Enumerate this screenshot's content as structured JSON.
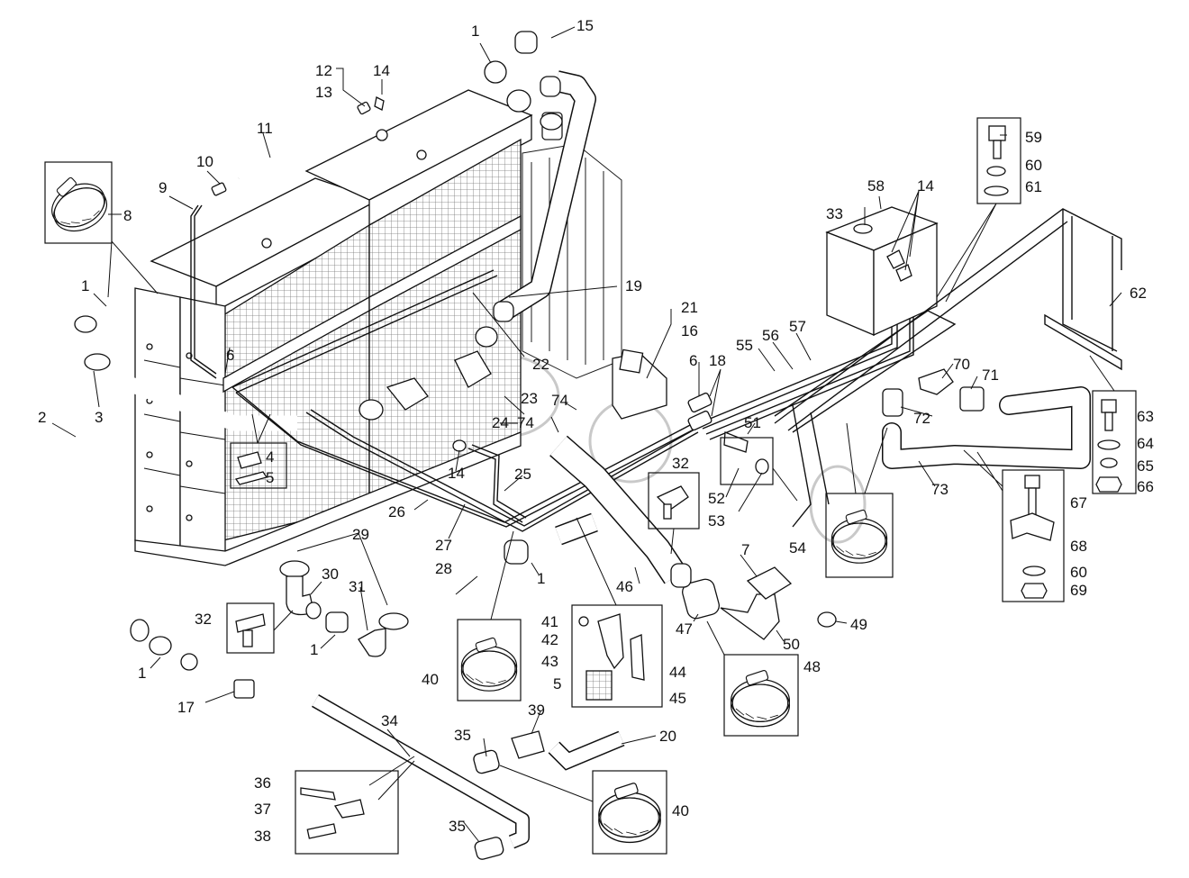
{
  "callouts": [
    {
      "id": "c1a",
      "text": "1"
    },
    {
      "id": "c1b",
      "text": "1"
    },
    {
      "id": "c1c",
      "text": "1"
    },
    {
      "id": "c1d",
      "text": "1"
    },
    {
      "id": "c1e",
      "text": "1"
    },
    {
      "id": "c2",
      "text": "2"
    },
    {
      "id": "c3",
      "text": "3"
    },
    {
      "id": "c4",
      "text": "4"
    },
    {
      "id": "c5a",
      "text": "5"
    },
    {
      "id": "c5b",
      "text": "5"
    },
    {
      "id": "c6a",
      "text": "6"
    },
    {
      "id": "c6b",
      "text": "6"
    },
    {
      "id": "c7",
      "text": "7"
    },
    {
      "id": "c8",
      "text": "8"
    },
    {
      "id": "c9",
      "text": "9"
    },
    {
      "id": "c10",
      "text": "10"
    },
    {
      "id": "c11",
      "text": "11"
    },
    {
      "id": "c12",
      "text": "12"
    },
    {
      "id": "c13",
      "text": "13"
    },
    {
      "id": "c14a",
      "text": "14"
    },
    {
      "id": "c14b",
      "text": "14"
    },
    {
      "id": "c14c",
      "text": "14"
    },
    {
      "id": "c15",
      "text": "15"
    },
    {
      "id": "c16",
      "text": "16"
    },
    {
      "id": "c17",
      "text": "17"
    },
    {
      "id": "c18",
      "text": "18"
    },
    {
      "id": "c19",
      "text": "19"
    },
    {
      "id": "c20",
      "text": "20"
    },
    {
      "id": "c21",
      "text": "21"
    },
    {
      "id": "c22",
      "text": "22"
    },
    {
      "id": "c23",
      "text": "23"
    },
    {
      "id": "c24",
      "text": "24"
    },
    {
      "id": "c25",
      "text": "25"
    },
    {
      "id": "c26",
      "text": "26"
    },
    {
      "id": "c27",
      "text": "27"
    },
    {
      "id": "c28",
      "text": "28"
    },
    {
      "id": "c29",
      "text": "29"
    },
    {
      "id": "c30",
      "text": "30"
    },
    {
      "id": "c31",
      "text": "31"
    },
    {
      "id": "c32a",
      "text": "32"
    },
    {
      "id": "c32b",
      "text": "32"
    },
    {
      "id": "c33",
      "text": "33"
    },
    {
      "id": "c34",
      "text": "34"
    },
    {
      "id": "c35a",
      "text": "35"
    },
    {
      "id": "c35b",
      "text": "35"
    },
    {
      "id": "c36",
      "text": "36"
    },
    {
      "id": "c37",
      "text": "37"
    },
    {
      "id": "c38",
      "text": "38"
    },
    {
      "id": "c39",
      "text": "39"
    },
    {
      "id": "c40a",
      "text": "40"
    },
    {
      "id": "c40b",
      "text": "40"
    },
    {
      "id": "c41",
      "text": "41"
    },
    {
      "id": "c42",
      "text": "42"
    },
    {
      "id": "c43",
      "text": "43"
    },
    {
      "id": "c44",
      "text": "44"
    },
    {
      "id": "c45",
      "text": "45"
    },
    {
      "id": "c46",
      "text": "46"
    },
    {
      "id": "c47",
      "text": "47"
    },
    {
      "id": "c48",
      "text": "48"
    },
    {
      "id": "c49",
      "text": "49"
    },
    {
      "id": "c50",
      "text": "50"
    },
    {
      "id": "c51",
      "text": "51"
    },
    {
      "id": "c52",
      "text": "52"
    },
    {
      "id": "c53",
      "text": "53"
    },
    {
      "id": "c54",
      "text": "54"
    },
    {
      "id": "c55",
      "text": "55"
    },
    {
      "id": "c56",
      "text": "56"
    },
    {
      "id": "c57",
      "text": "57"
    },
    {
      "id": "c58",
      "text": "58"
    },
    {
      "id": "c59",
      "text": "59"
    },
    {
      "id": "c60a",
      "text": "60"
    },
    {
      "id": "c60b",
      "text": "60"
    },
    {
      "id": "c61",
      "text": "61"
    },
    {
      "id": "c62",
      "text": "62"
    },
    {
      "id": "c63",
      "text": "63"
    },
    {
      "id": "c64",
      "text": "64"
    },
    {
      "id": "c65",
      "text": "65"
    },
    {
      "id": "c66",
      "text": "66"
    },
    {
      "id": "c67",
      "text": "67"
    },
    {
      "id": "c68",
      "text": "68"
    },
    {
      "id": "c69",
      "text": "69"
    },
    {
      "id": "c70",
      "text": "70"
    },
    {
      "id": "c71",
      "text": "71"
    },
    {
      "id": "c72",
      "text": "72"
    },
    {
      "id": "c73",
      "text": "73"
    },
    {
      "id": "c74a",
      "text": "74"
    },
    {
      "id": "c74b",
      "text": "74"
    }
  ],
  "icons": {
    "radiator": "radiator-core",
    "clamp": "hose-clamp-icon",
    "tank": "expansion-tank",
    "frame": "support-frame"
  }
}
